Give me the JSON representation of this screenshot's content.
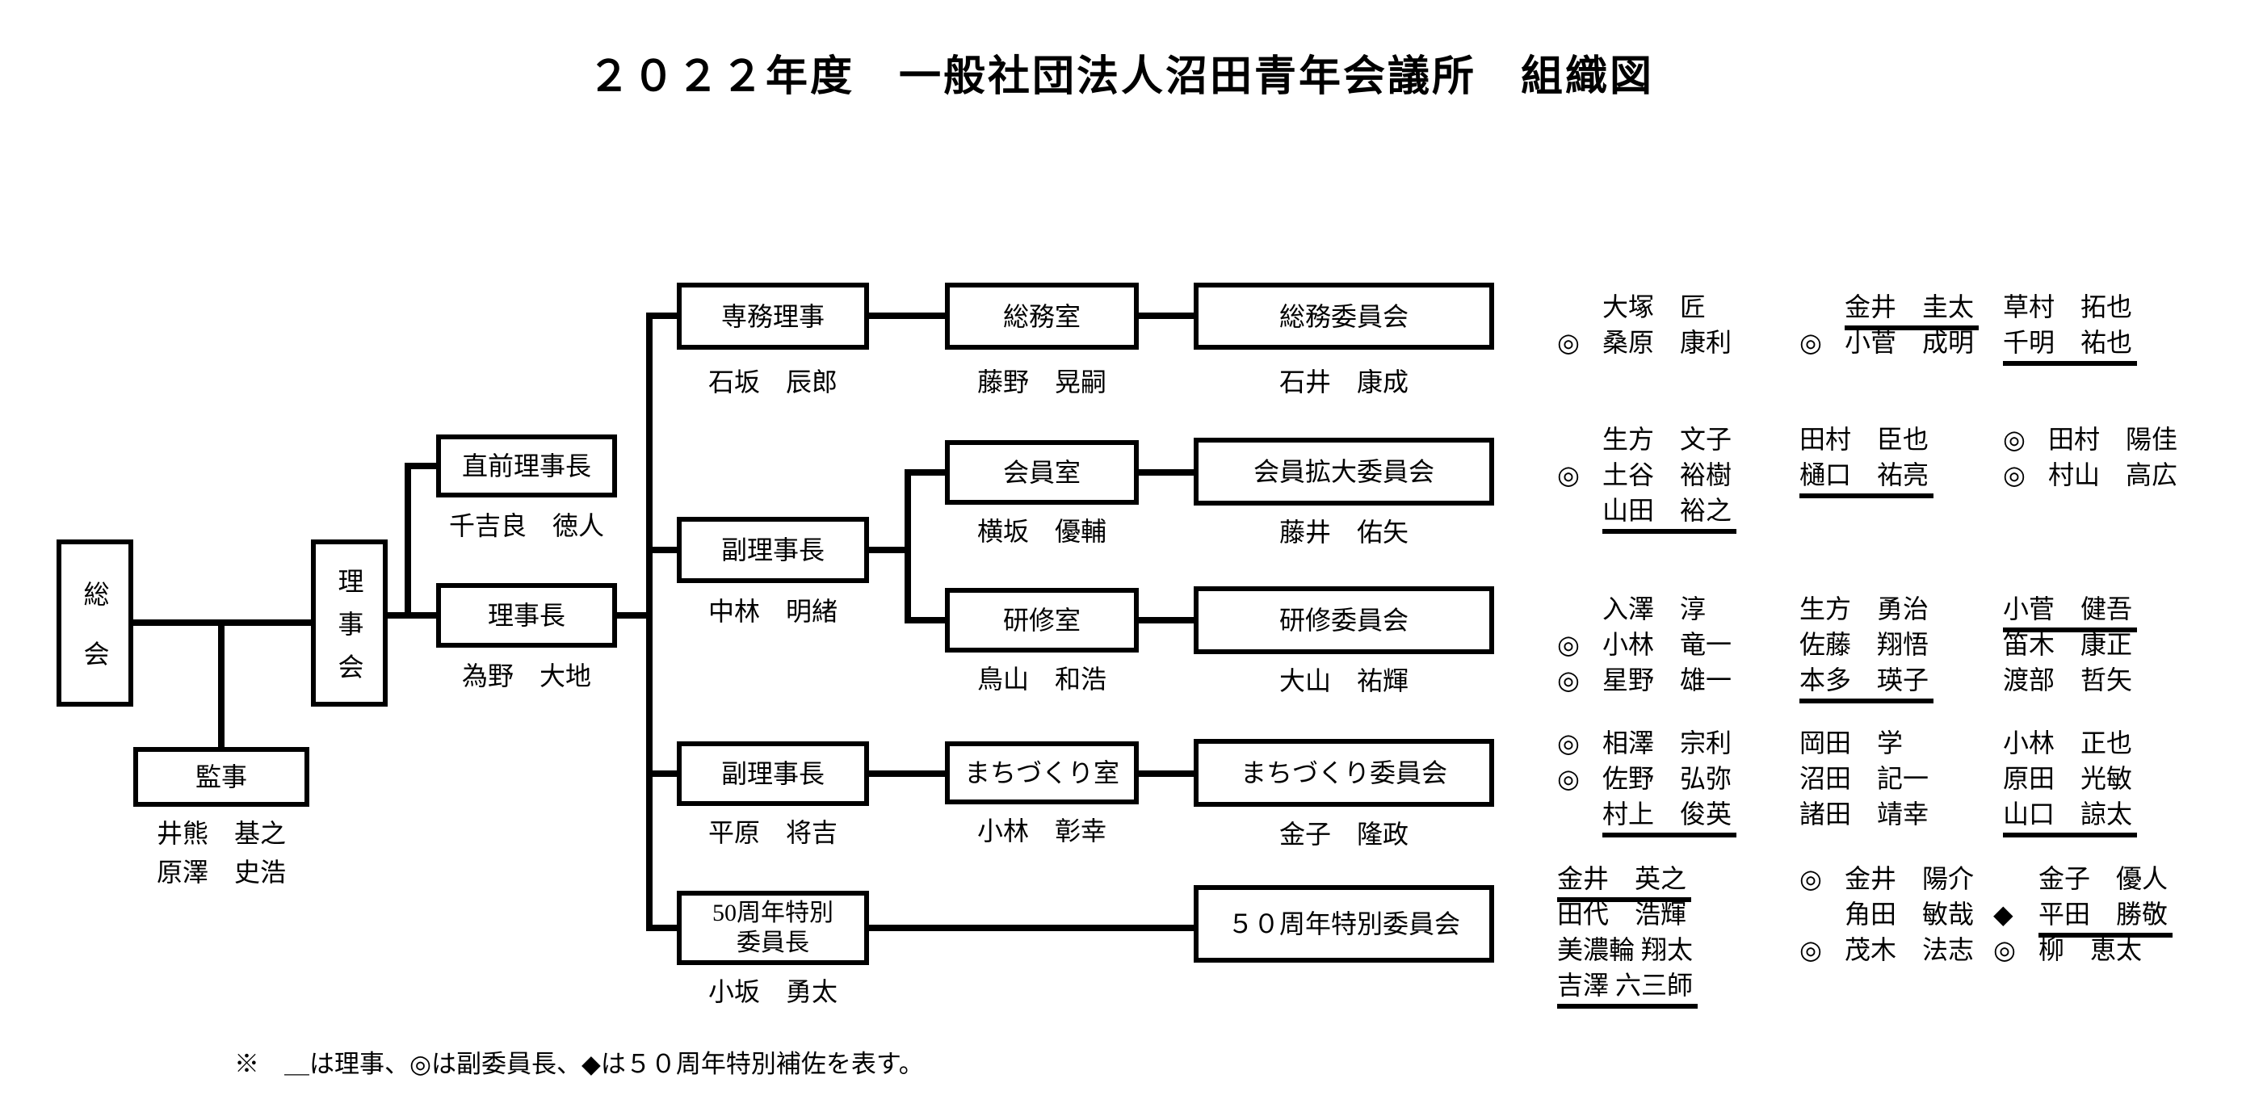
{
  "title": "２０２２年度　一般社団法人沼田青年会議所　組織図",
  "note": "※　＿は理事、◎は副委員長、◆は５０周年特別補佐を表す。",
  "legend": {
    "underline_means": "理事",
    "double_circle_means": "副委員長",
    "diamond_means": "５０周年特別補佐",
    "double_circle": "◎",
    "diamond": "◆",
    "underline_mark": "＿"
  },
  "colors": {
    "ink": "#000000",
    "background": "#ffffff"
  },
  "nodes": {
    "soukai": {
      "label": "総会"
    },
    "rijikai": {
      "label": "理事会"
    },
    "kanji": {
      "label": "監事",
      "members": [
        "井熊　基之",
        "原澤　史浩"
      ]
    },
    "chokuzen": {
      "label": "直前理事長",
      "name": "千吉良　徳人"
    },
    "rijicho": {
      "label": "理事長",
      "name": "為野　大地"
    },
    "senmu": {
      "label": "専務理事",
      "name": "石坂　辰郎"
    },
    "fuku1": {
      "label": "副理事長",
      "name": "中林　明緒"
    },
    "fuku2": {
      "label": "副理事長",
      "name": "平原　将吉"
    },
    "anniv_chair": {
      "label": "50周年特別\n委員長",
      "name": "小坂　勇太"
    },
    "soumu_shitsu": {
      "label": "総務室",
      "name": "藤野　晃嗣"
    },
    "kaiin_shitsu": {
      "label": "会員室",
      "name": "横坂　優輔"
    },
    "kenshu_shitsu": {
      "label": "研修室",
      "name": "鳥山　和浩"
    },
    "machi_shitsu": {
      "label": "まちづくり室",
      "name": "小林　彰幸"
    },
    "soumu_iinkai": {
      "label": "総務委員会",
      "name": "石井　康成"
    },
    "kakudai_iinkai": {
      "label": "会員拡大委員会",
      "name": "藤井　佑矢"
    },
    "kenshu_iinkai": {
      "label": "研修委員会",
      "name": "大山　祐輝"
    },
    "machi_iinkai": {
      "label": "まちづくり委員会",
      "name": "金子　隆政"
    },
    "anniv_iinkai": {
      "label": "５０周年特別委員会"
    }
  },
  "member_groups": [
    {
      "committee": "総務委員会",
      "columns": [
        [
          {
            "name": "大塚　匠"
          },
          {
            "marker": "◎",
            "name": "桑原　康利"
          }
        ],
        [
          {
            "name": "金井　圭太",
            "underline": true
          },
          {
            "marker": "◎",
            "name": "小菅　成明"
          }
        ],
        [
          {
            "name": "草村　拓也"
          },
          {
            "name": "千明　祐也",
            "underline": true
          }
        ]
      ]
    },
    {
      "committee": "会員拡大委員会",
      "columns": [
        [
          {
            "name": "生方　文子"
          },
          {
            "marker": "◎",
            "name": "土谷　裕樹"
          },
          {
            "name": "山田　裕之",
            "underline": true
          }
        ],
        [
          {
            "name": "田村　臣也"
          },
          {
            "name": "樋口　祐亮",
            "underline": true
          }
        ],
        [
          {
            "marker": "◎",
            "name": "田村　陽佳"
          },
          {
            "marker": "◎",
            "name": "村山　高広"
          }
        ]
      ]
    },
    {
      "committee": "研修委員会",
      "columns": [
        [
          {
            "name": "入澤　淳"
          },
          {
            "marker": "◎",
            "name": "小林　竜一"
          },
          {
            "marker": "◎",
            "name": "星野　雄一"
          }
        ],
        [
          {
            "name": "生方　勇治"
          },
          {
            "name": "佐藤　翔悟"
          },
          {
            "name": "本多　瑛子",
            "underline": true
          }
        ],
        [
          {
            "name": "小菅　健吾",
            "underline": true
          },
          {
            "name": "笛木　康正"
          },
          {
            "name": "渡部　哲矢"
          }
        ]
      ]
    },
    {
      "committee": "まちづくり委員会",
      "columns": [
        [
          {
            "marker": "◎",
            "name": "相澤　宗利"
          },
          {
            "marker": "◎",
            "name": "佐野　弘弥"
          },
          {
            "name": "村上　俊英",
            "underline": true
          }
        ],
        [
          {
            "name": "岡田　学"
          },
          {
            "name": "沼田　記一"
          },
          {
            "name": "諸田　靖幸"
          }
        ],
        [
          {
            "name": "小林　正也"
          },
          {
            "name": "原田　光敏"
          },
          {
            "name": "山口　諒太",
            "underline": true
          }
        ]
      ]
    },
    {
      "committee": "５０周年特別委員会",
      "columns": [
        [
          {
            "name": "金井　英之",
            "underline": true
          },
          {
            "name": "田代　浩輝"
          },
          {
            "name": "美濃輪 翔太"
          },
          {
            "name": "吉澤 六三師",
            "underline": true
          }
        ],
        [
          {
            "marker": "◎",
            "name": "金井　陽介"
          },
          {
            "name": "角田　敏哉"
          },
          {
            "marker": "◎",
            "name": "茂木　法志"
          }
        ],
        [
          {
            "name": "金子　優人"
          },
          {
            "marker": "◆",
            "name": "平田　勝敬",
            "underline": true
          },
          {
            "marker": "◎",
            "name": "柳　恵太"
          }
        ]
      ]
    }
  ]
}
